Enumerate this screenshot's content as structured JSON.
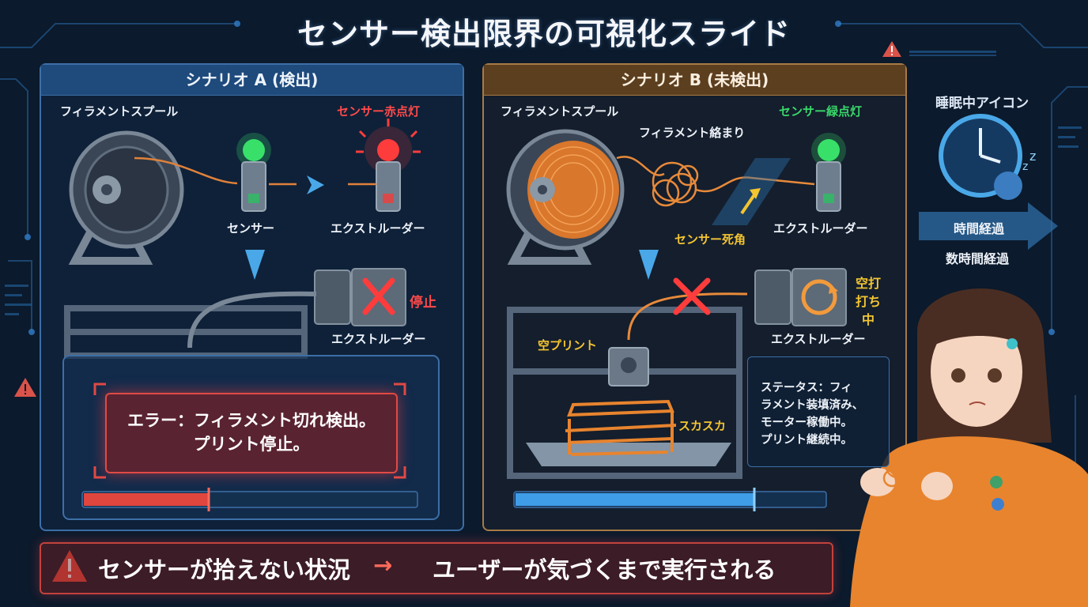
{
  "title": "センサー検出限界の可視化スライド",
  "scenario_a": {
    "header": "シナリオ A (検出)",
    "spool_label": "フィラメントスプール",
    "sensor_light_label": "センサー赤点灯",
    "sensor_label": "センサー",
    "extruder_label": "エクストルーダー",
    "stop_label": "停止",
    "motor_extruder_label": "エクストルーダー",
    "error_line1": "エラー：フィラメント切れ検出。",
    "error_line2": "プリント停止。"
  },
  "scenario_b": {
    "header": "シナリオ B (未検出)",
    "spool_label": "フィラメントスプール",
    "sensor_light_label": "センサー緑点灯",
    "tangle_label": "フィラメント絡まり",
    "blind_spot_label": "センサー死角",
    "extruder_label": "エクストルーダー",
    "idle_label_1": "空打",
    "idle_label_2": "打ち",
    "idle_label_3": "中",
    "empty_print_label": "空プリント",
    "sparse_label": "スカスカ",
    "motor_extruder_label": "エクストルーダー",
    "status_line1": "ステータス：フィ",
    "status_line2": "ラメント装填済み、",
    "status_line3": "モーター稼働中。",
    "status_line4": "プリント継続中。"
  },
  "sidebar": {
    "sleep_icon_label": "睡眠中アイコン",
    "time_passed": "時間経過",
    "hours_passed": "数時間経過"
  },
  "bottom": {
    "left_text": "センサーが拾えない状況",
    "arrow": "→",
    "right_text": "ユーザーが気づくまで実行される"
  }
}
